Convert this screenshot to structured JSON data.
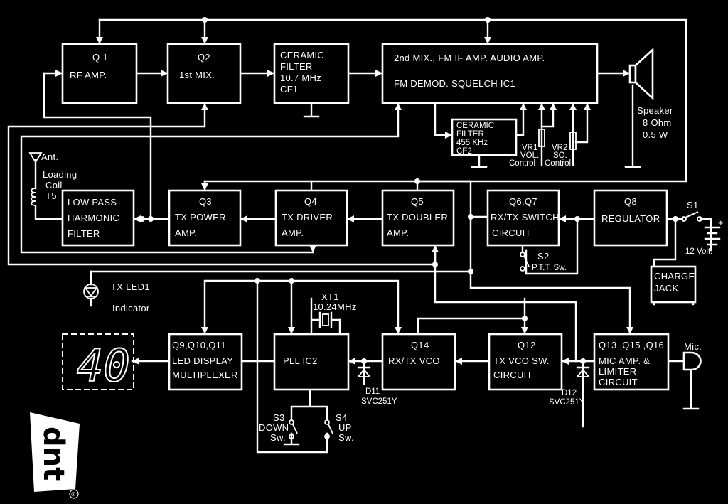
{
  "blocks": {
    "q1": {
      "id": "Q 1",
      "l1": "RF  AMP."
    },
    "q2": {
      "id": "Q2",
      "l1": "1st  MIX."
    },
    "cf1": {
      "l1": "CERAMIC",
      "l2": "FILTER",
      "l3": "10.7 MHz",
      "l4": "CF1"
    },
    "ic1": {
      "l1": "2nd  MIX.,  FM  IF   AMP.   AUDIO  AMP.",
      "l2": "FM   DEMOD.        SQUELCH         IC1"
    },
    "cf2": {
      "l1": "CERAMIC",
      "l2": "FILTER",
      "l3": "455  KHz",
      "l4": "CF2"
    },
    "lpf": {
      "l1": "LOW  PASS",
      "l2": "HARMONIC",
      "l3": "FILTER"
    },
    "q3": {
      "id": "Q3",
      "l1": "TX  POWER",
      "l2": "AMP."
    },
    "q4": {
      "id": "Q4",
      "l1": "TX  DRIVER",
      "l2": "AMP."
    },
    "q5": {
      "id": "Q5",
      "l1": "TX  DOUBLER",
      "l2": "AMP."
    },
    "q67": {
      "id": "Q6,Q7",
      "l1": "RX/TX  SWITCH",
      "l2": "CIRCUIT"
    },
    "q8": {
      "id": "Q8",
      "l1": "REGULATOR"
    },
    "q9": {
      "id": "Q9,Q10,Q11",
      "l1": "LED  DISPLAY",
      "l2": "MULTIPLEXER"
    },
    "pll": {
      "l1": "PLL    IC2"
    },
    "q14": {
      "id": "Q14",
      "l1": "RX/TX   VCO"
    },
    "q12": {
      "id": "Q12",
      "l1": "TX  VCO  SW.",
      "l2": "CIRCUIT"
    },
    "q13": {
      "id": "Q13 ,Q15 ,Q16",
      "l1": "MIC  AMP. &",
      "l2": "LIMITER",
      "l3": "CIRCUIT"
    },
    "charge": {
      "l1": "CHARGE",
      "l2": "JACK"
    }
  },
  "labels": {
    "speaker": "Speaker",
    "speaker_ohm": "8  Ohm",
    "speaker_w": "0.5  W",
    "ant": "Ant.",
    "loading1": "Loading",
    "loading2": "Coil",
    "loading3": "T5",
    "vr1a": "VR1",
    "vr1b": "VOL.",
    "vr1c": "Control",
    "vr2a": "VR2",
    "vr2b": "SQ.",
    "vr2c": "Control",
    "s1": "S1",
    "volt": "12 Volt.",
    "s2": "S2",
    "ptt": "P.T.T. Sw.",
    "txled": "TX  LED1",
    "indicator": "Indicator",
    "xt1": "XT1",
    "xtal": "10.24MHz",
    "d11": "D11",
    "d11p": "SVC251Y",
    "d12": "D12",
    "d12p": "SVC251Y",
    "mic": "Mic.",
    "s3": "S3",
    "s3a": "DOWN",
    "s3b": "Sw.",
    "s4": "S4",
    "s4a": "UP",
    "s4b": "Sw.",
    "display_digits": "40",
    "plus": "+",
    "minus": "−",
    "logo": "dnt",
    "reg_mark": "®"
  }
}
